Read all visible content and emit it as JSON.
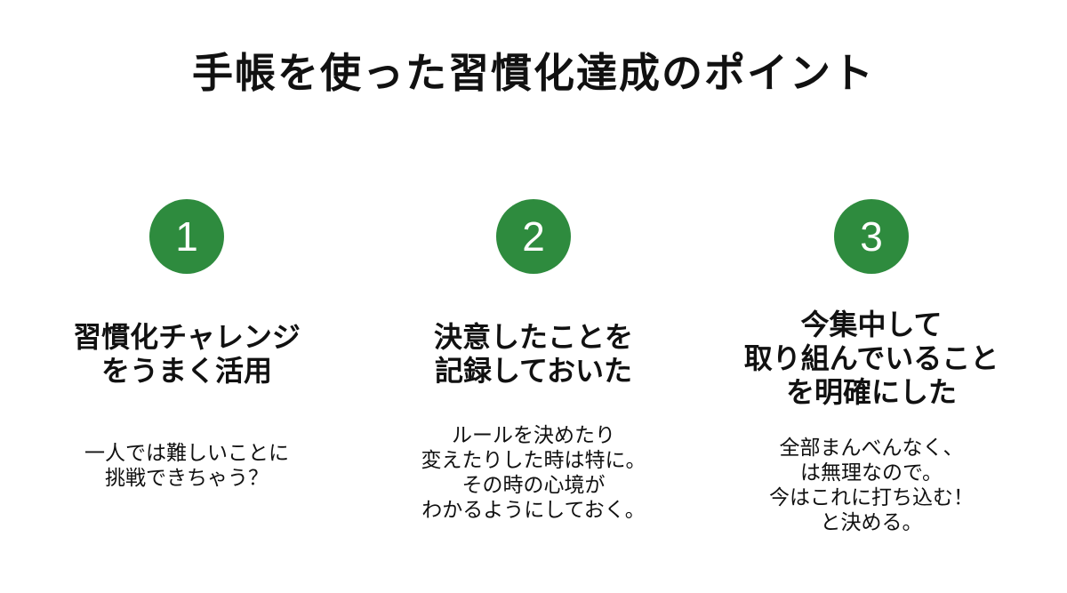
{
  "title": "手帳を使った習慣化達成のポイント",
  "accent_color": "#2e8b3e",
  "points": [
    {
      "number": "1",
      "heading": "習慣化チャレンジ\nをうまく活用",
      "body": "一人では難しいことに\n挑戦できちゃう？"
    },
    {
      "number": "2",
      "heading": "決意したことを\n記録しておいた",
      "body": "ルールを決めたり\n変えたりした時は特に。\nその時の心境が\nわかるようにしておく。"
    },
    {
      "number": "3",
      "heading": "今集中して\n取り組んでいること\nを明確にした",
      "body": "全部まんべんなく、\nは無理なので。\n今はこれに打ち込む！\nと決める。"
    }
  ]
}
